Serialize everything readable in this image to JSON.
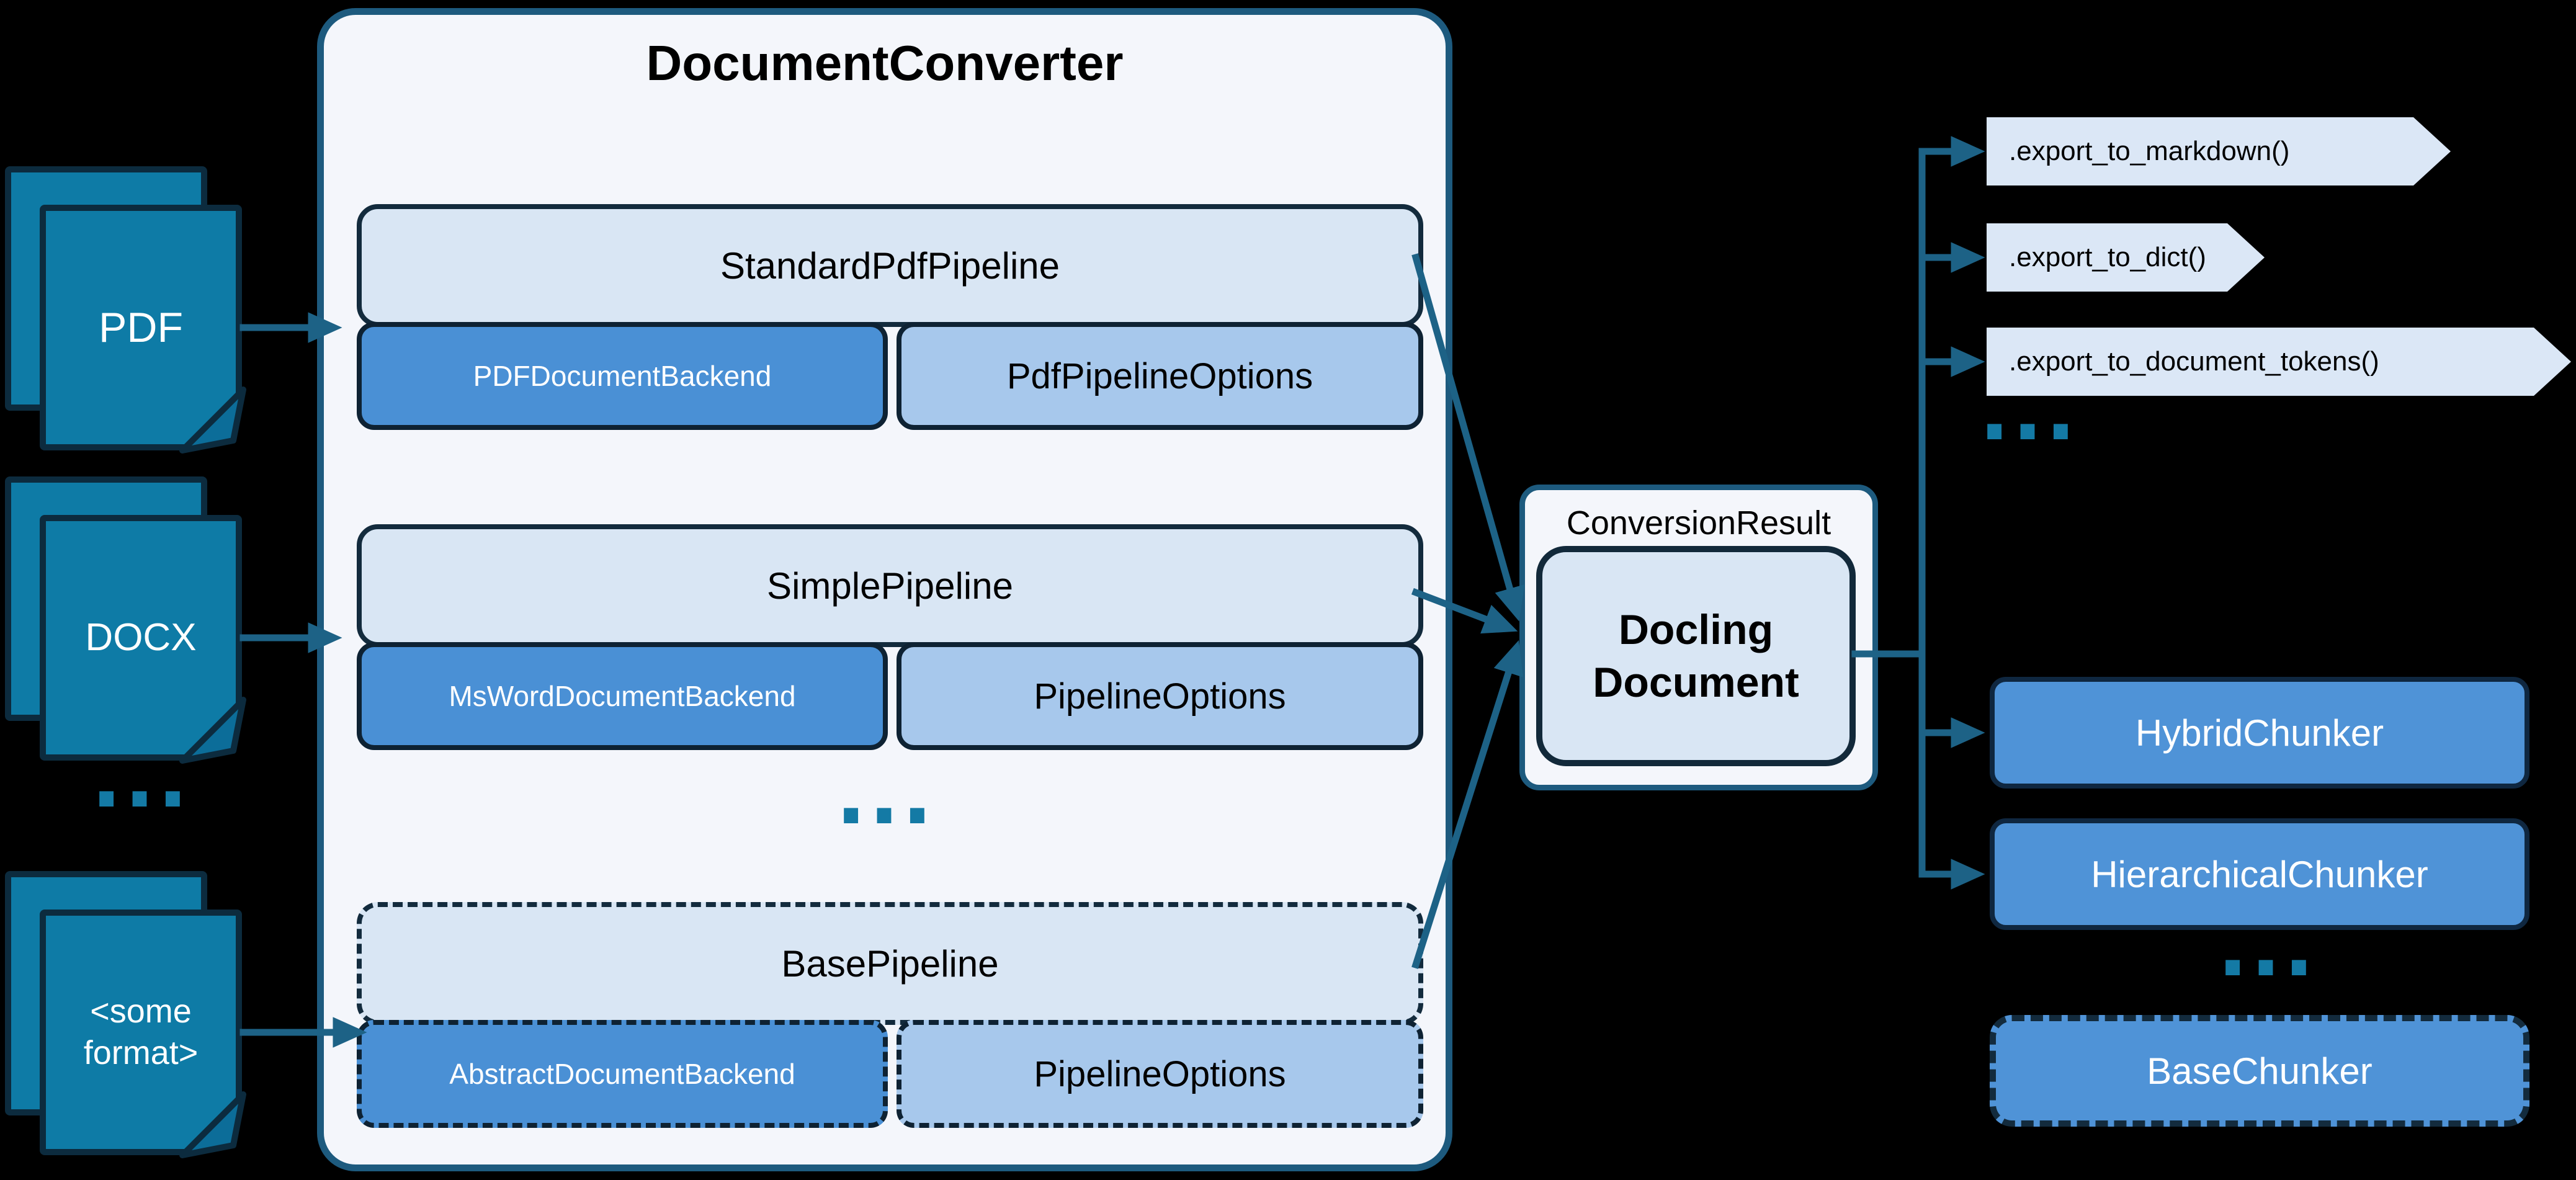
{
  "colors": {
    "background": "#000000",
    "accent_teal": "#1d6286",
    "dots_teal": "#147aa5",
    "container_border": "#1d5a7e",
    "container_bg": "#f4f6fb",
    "navy_border": "#132b3d",
    "light_blue_box": "#d9e6f4",
    "mid_blue_box": "#4f93d7",
    "pale_blue_box": "#a7c8ec",
    "chevron_bg": "#dbe7f6",
    "doc_icon_fill": "#0e7ba6",
    "doc_icon_border": "#0c2b3e"
  },
  "converter": {
    "title": "DocumentConverter",
    "ellipsis": "...",
    "rows": [
      {
        "pipeline": "StandardPdfPipeline",
        "backend": "PDFDocumentBackend",
        "options": "PdfPipelineOptions"
      },
      {
        "pipeline": "SimplePipeline",
        "backend": "MsWordDocumentBackend",
        "options": "PipelineOptions"
      },
      {
        "pipeline": "BasePipeline",
        "backend": "AbstractDocumentBackend",
        "options": "PipelineOptions"
      }
    ]
  },
  "inputs": {
    "items": [
      {
        "label": "PDF"
      },
      {
        "label": "DOCX"
      },
      {
        "label": "<some\nformat>"
      }
    ],
    "ellipsis": "..."
  },
  "result": {
    "label": "ConversionResult",
    "document": "Docling\nDocument"
  },
  "exports": {
    "items": [
      {
        "label": ".export_to_markdown()"
      },
      {
        "label": ".export_to_dict()"
      },
      {
        "label": ".export_to_document_tokens()"
      }
    ],
    "ellipsis": "..."
  },
  "chunkers": {
    "items": [
      {
        "label": "HybridChunker"
      },
      {
        "label": "HierarchicalChunker"
      },
      {
        "label": "BaseChunker"
      }
    ],
    "ellipsis": "..."
  }
}
